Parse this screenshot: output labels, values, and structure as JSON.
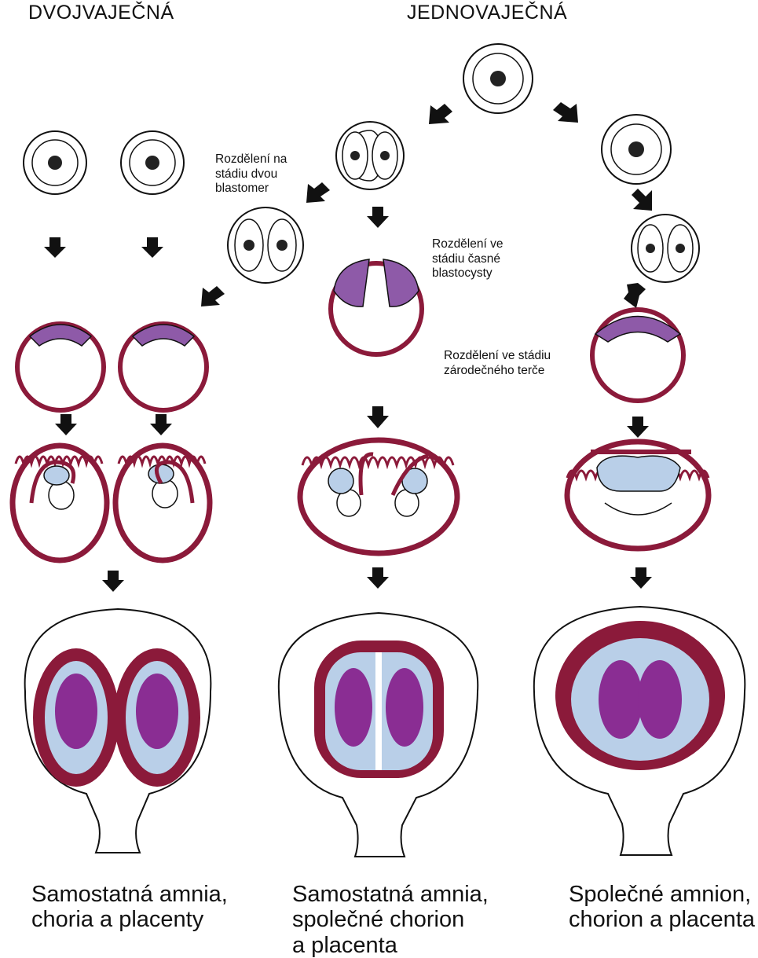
{
  "headings": {
    "dizygotic": "DVOJVAJEČNÁ",
    "monozygotic": "JEDNOVAJEČNÁ"
  },
  "notes": {
    "two_blastomere": "Rozdělení na\nstádiu dvou\nblastomer",
    "early_blastocyst": "Rozdělení ve\nstádiu časné\nblastocysty",
    "germ_disc": "Rozdělení ve stádiu\nzárodečného terče"
  },
  "captions": {
    "left": "Samostatná amnia,\nchoria a placenty",
    "middle": "Samostatná amnia,\nspolečné chorion\na placenta",
    "right": "Společné amnion,\nchorion a placenta"
  },
  "colors": {
    "chorion": "#8b1a3a",
    "amnion": "#b9cfe8",
    "embryo": "#8a2d93",
    "embryoblast": "#8e5aa8",
    "outline": "#111111"
  }
}
